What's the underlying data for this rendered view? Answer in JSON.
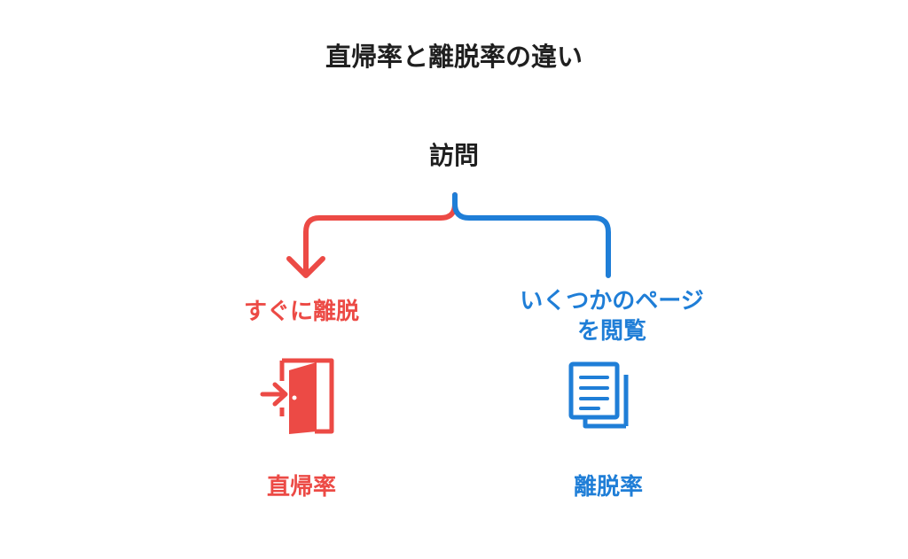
{
  "title": "直帰率と離脱率の違い",
  "root_label": "訪問",
  "left": {
    "label": "すぐに離脱",
    "result": "直帰率",
    "icon": "exit-door-icon",
    "color": "#ec4a45"
  },
  "right": {
    "label_line1": "いくつかのページ",
    "label_line2": "を閲覧",
    "result": "離脱率",
    "icon": "document-pages-icon",
    "color": "#1f7ed7"
  }
}
